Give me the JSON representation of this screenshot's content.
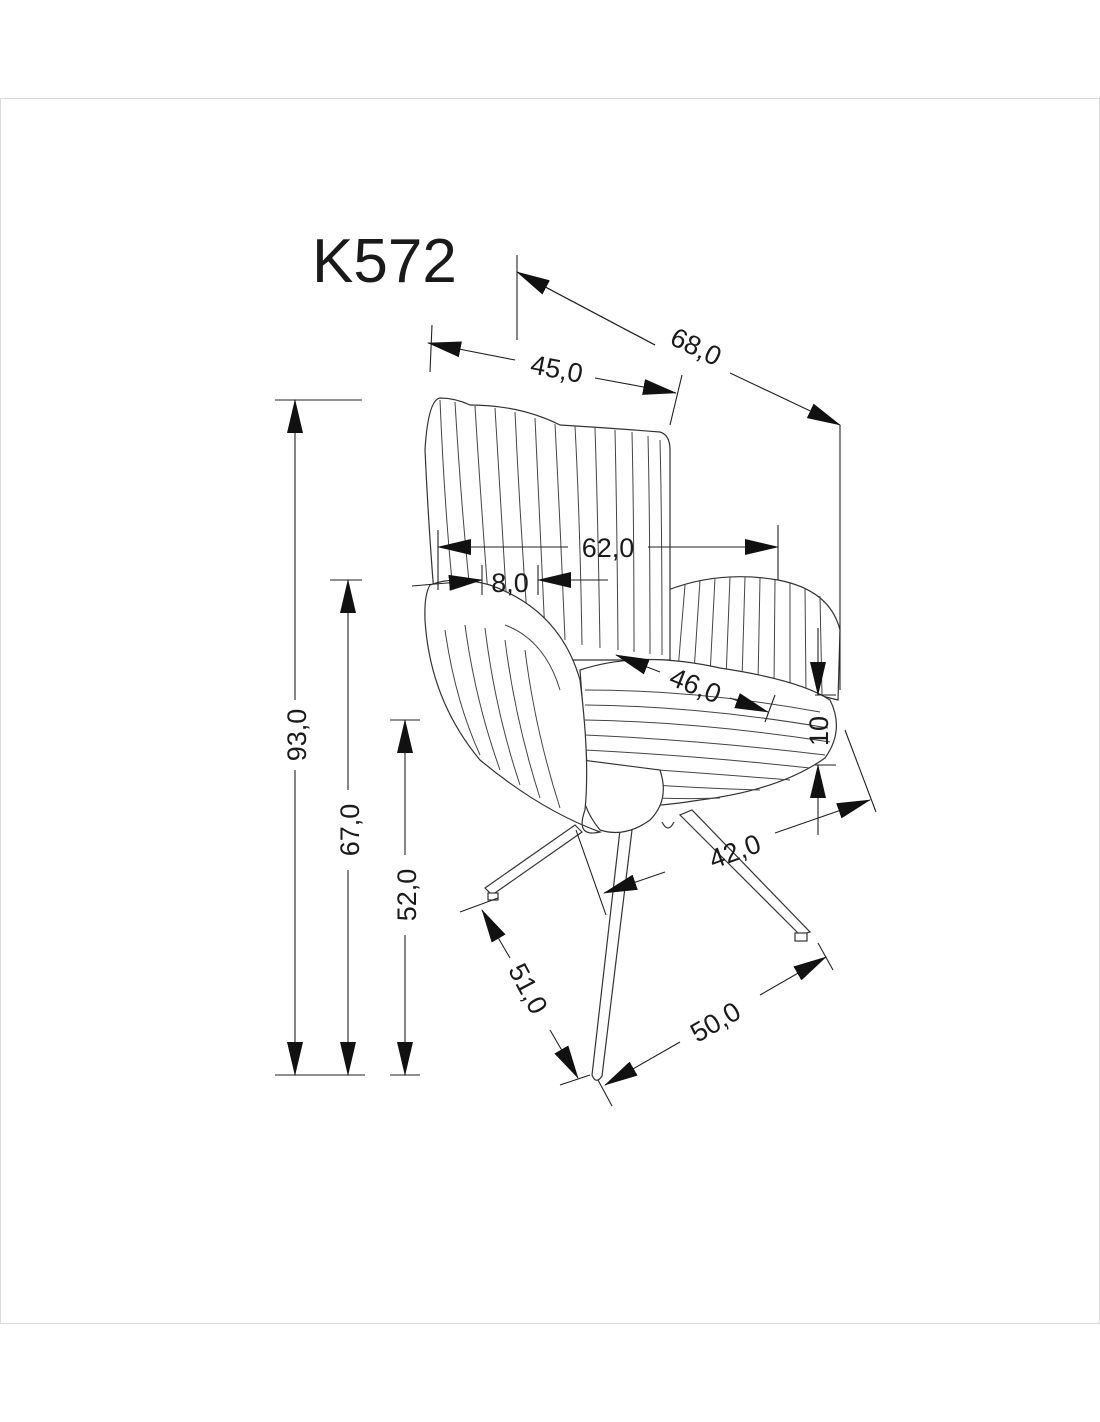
{
  "model": "K572",
  "dimensions": {
    "depth_total": "68,0",
    "back_width": "45,0",
    "height_total": "93,0",
    "armrest_height": "67,0",
    "seat_height": "52,0",
    "width_total": "62,0",
    "armrest_width": "8,0",
    "seat_depth": "46,0",
    "seat_thickness": "10",
    "seat_width": "42,0",
    "base_depth": "51,0",
    "base_width": "50,0"
  },
  "colors": {
    "line": "#222222",
    "frame": "#d9d9d9"
  }
}
